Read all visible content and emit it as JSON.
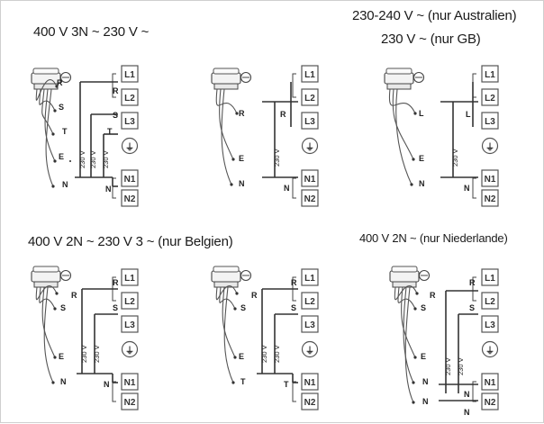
{
  "headers": {
    "d1": "400 V 3N ~ 230 V ~",
    "d3_line1": "230-240 V ~ (nur Australien)",
    "d3_line2": "230 V ~ (nur GB)",
    "d4": "400 V 2N ~ 230 V 3 ~ (nur Belgien)",
    "d6": "400 V 2N ~ (nur Niederlande)"
  },
  "terminal_labels": [
    "L1",
    "L2",
    "L3",
    "N1",
    "N2"
  ],
  "ground_symbol": "⏚",
  "diagrams": [
    {
      "id": "d1",
      "wires": [
        {
          "label": "R"
        },
        {
          "label": "S"
        },
        {
          "label": "T"
        },
        {
          "label": "E"
        },
        {
          "label": "N"
        }
      ],
      "voltage_labels": [
        "230 V",
        "230 V",
        "230 V"
      ]
    },
    {
      "id": "d2",
      "wires": [
        {
          "label": "R"
        },
        {
          "label": "E"
        },
        {
          "label": "N"
        }
      ],
      "voltage_labels": [
        "230 V"
      ]
    },
    {
      "id": "d3",
      "wires": [
        {
          "label": "L"
        },
        {
          "label": "E"
        },
        {
          "label": "N"
        }
      ],
      "voltage_labels": [
        "230 V"
      ]
    },
    {
      "id": "d4",
      "wires": [
        {
          "label": "R"
        },
        {
          "label": "S"
        },
        {
          "label": "E"
        },
        {
          "label": "N"
        }
      ],
      "voltage_labels": [
        "230 V",
        "230 V"
      ]
    },
    {
      "id": "d5",
      "wires": [
        {
          "label": "R"
        },
        {
          "label": "S"
        },
        {
          "label": "E"
        },
        {
          "label": "T"
        }
      ],
      "voltage_labels": [
        "230 V",
        "230 V"
      ]
    },
    {
      "id": "d6",
      "wires": [
        {
          "label": "R"
        },
        {
          "label": "S"
        },
        {
          "label": "E"
        },
        {
          "label": "N"
        },
        {
          "label": "N"
        }
      ],
      "voltage_labels": [
        "230 V",
        "230 V"
      ]
    }
  ]
}
